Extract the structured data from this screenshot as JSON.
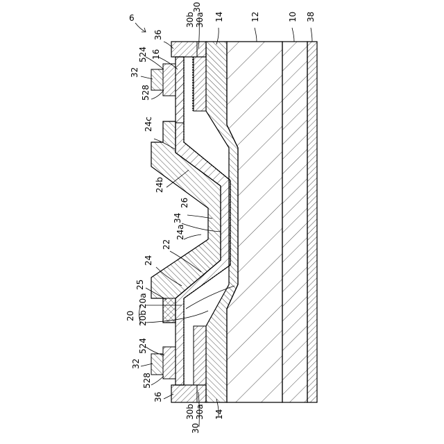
{
  "figure": {
    "ink": "#000000",
    "paper": "#ffffff",
    "label_rotation": "-90 degrees (figure drawn sideways)"
  },
  "labels": {
    "n6": "6",
    "n38": "38",
    "n10": "10",
    "n12": "12",
    "n14_top": "14",
    "n14_bottom": "14",
    "n30_top": "30",
    "n30b_top": "30b",
    "n30a_top": "30a",
    "n30_bottom": "30",
    "n30b_bottom": "30b",
    "n30a_bottom": "30a",
    "n36_top": "36",
    "n36_bottom": "36",
    "n16": "16",
    "n524_top": "524",
    "n528_top": "528",
    "n32_top": "32",
    "n524_bottom": "524",
    "n528_bottom": "528",
    "n32_bottom": "32",
    "n24c": "24c",
    "n24b": "24b",
    "n26": "26",
    "n34": "34",
    "n24a": "24a",
    "n22": "22",
    "n24": "24",
    "n25": "25",
    "n20": "20",
    "n20a": "20a",
    "n20b": "20b"
  }
}
